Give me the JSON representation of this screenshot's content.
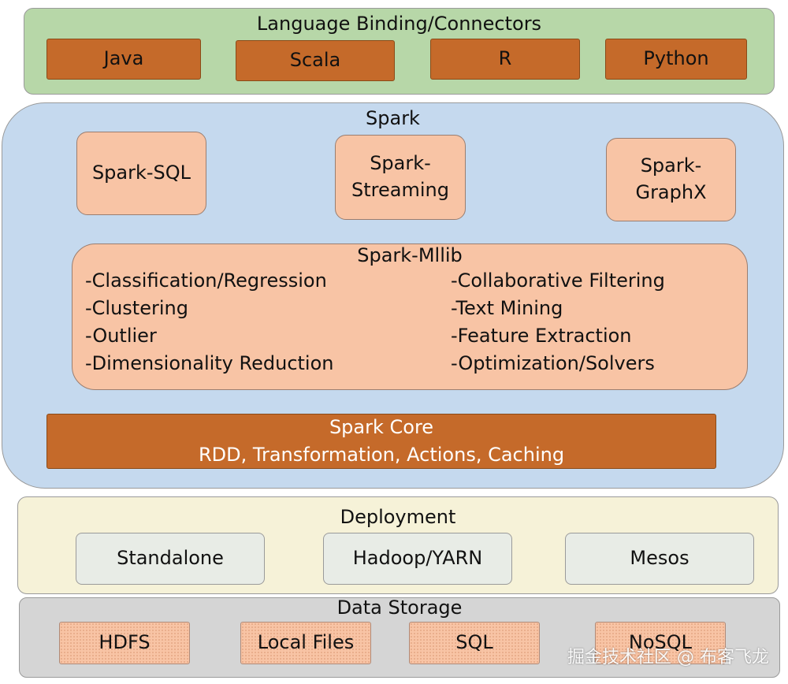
{
  "language": {
    "title": "Language Binding/Connectors",
    "items": [
      "Java",
      "Scala",
      "R",
      "Python"
    ]
  },
  "spark": {
    "title": "Spark",
    "sql": "Spark-SQL",
    "streaming": [
      "Spark-",
      "Streaming"
    ],
    "graphx": [
      "Spark-",
      "GraphX"
    ],
    "mllib": {
      "title": "Spark-Mllib",
      "left": [
        "-Classification/Regression",
        "-Clustering",
        "-Outlier",
        "-Dimensionality Reduction"
      ],
      "right": [
        "-Collaborative Filtering",
        "-Text Mining",
        "-Feature Extraction",
        "-Optimization/Solvers"
      ]
    },
    "core": {
      "title": "Spark Core",
      "subtitle": "RDD, Transformation, Actions, Caching"
    }
  },
  "deployment": {
    "title": "Deployment",
    "items": [
      "Standalone",
      "Hadoop/YARN",
      "Mesos"
    ]
  },
  "storage": {
    "title": "Data Storage",
    "items": [
      "HDFS",
      "Local Files",
      "SQL",
      "NoSQL"
    ]
  },
  "watermark": "掘金技术社区 @ 布客飞龙",
  "colors": {
    "language_panel": "#b7d7a8",
    "spark_panel": "#c5d9ee",
    "deployment_panel": "#f6f2d8",
    "storage_panel": "#d5d5d5",
    "orange_box": "#c56a2a",
    "peach_box": "#f8c4a5",
    "grey_box": "#e8ece6"
  }
}
